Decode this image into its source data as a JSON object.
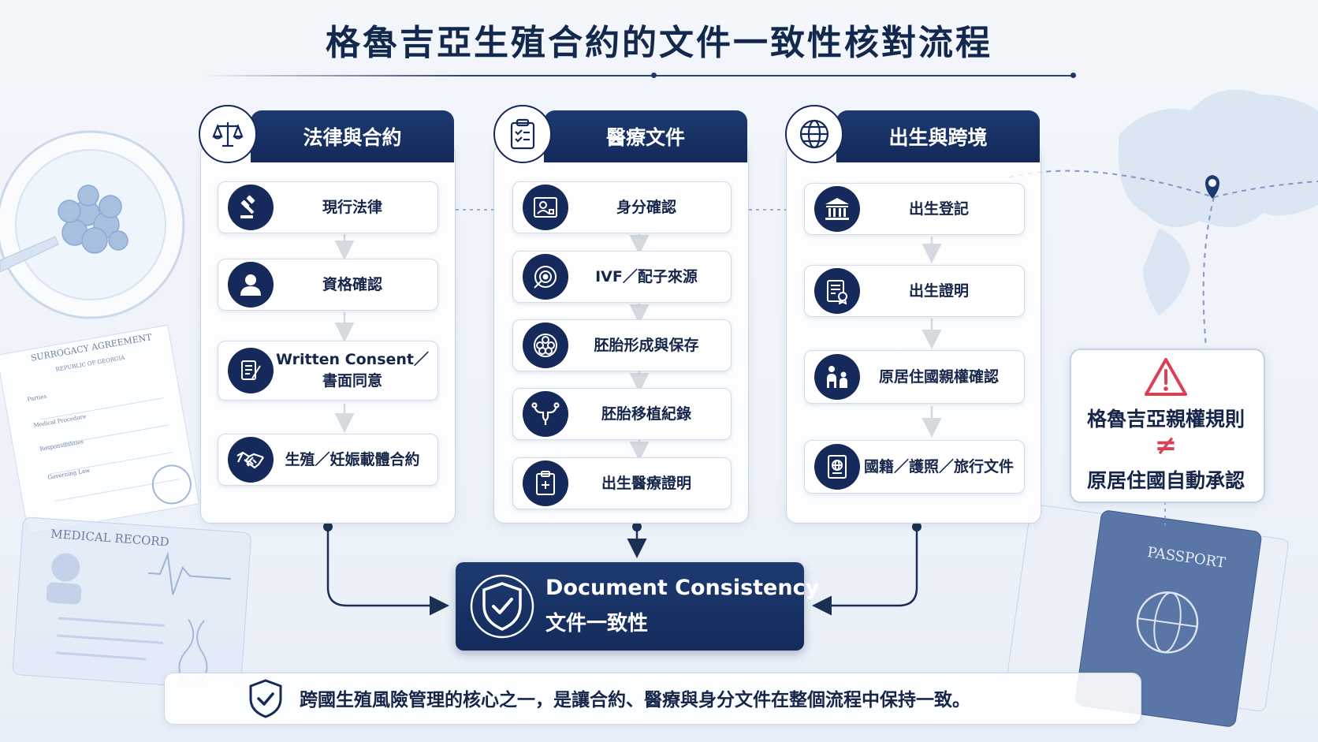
{
  "title": "格魯吉亞生殖合約的文件一致性核對流程",
  "columns": [
    {
      "header": "法律與合約",
      "header_icon": "scales-icon",
      "items": [
        {
          "label": "現行法律",
          "icon": "gavel-icon"
        },
        {
          "label": "資格確認",
          "icon": "person-icon"
        },
        {
          "label": "Written Consent／\n書面同意",
          "icon": "document-pen-icon"
        },
        {
          "label": "生殖／妊娠載體合約",
          "icon": "handshake-icon"
        }
      ]
    },
    {
      "header": "醫療文件",
      "header_icon": "clipboard-icon",
      "items": [
        {
          "label": "身分確認",
          "icon": "id-card-icon"
        },
        {
          "label": "IVF／配子來源",
          "icon": "egg-cell-icon"
        },
        {
          "label": "胚胎形成與保存",
          "icon": "embryo-icon"
        },
        {
          "label": "胚胎移植紀錄",
          "icon": "uterus-icon"
        },
        {
          "label": "出生醫療證明",
          "icon": "medical-clipboard-icon"
        }
      ]
    },
    {
      "header": "出生與跨境",
      "header_icon": "globe-icon",
      "items": [
        {
          "label": "出生登記",
          "icon": "government-building-icon"
        },
        {
          "label": "出生證明",
          "icon": "certificate-icon"
        },
        {
          "label": "原居住國親權確認",
          "icon": "family-icon"
        },
        {
          "label": "國籍／護照／旅行文件",
          "icon": "passport-icon"
        }
      ]
    }
  ],
  "core": {
    "title_en": "Document Consistency",
    "title_zh": "文件一致性",
    "icon": "shield-check-icon"
  },
  "warning": {
    "icon": "warning-icon",
    "line1": "格魯吉亞親權規則",
    "symbol": "≠",
    "line2": "原居住國自動承認"
  },
  "bottom_note": {
    "icon": "shield-check-icon",
    "text": "跨國生殖風險管理的核心之一，是讓合約、醫療與身分文件在整個流程中保持一致。"
  },
  "decor": {
    "agreement_title": "SURROGACY AGREEMENT",
    "agreement_sub": "REPUBLIC OF GEORGIA",
    "agreement_lines": [
      "Parties",
      "Medical Procedure",
      "Responsibilities",
      "Governing Law"
    ],
    "medical_record_title": "MEDICAL RECORD",
    "passport_title": "PASSPORT"
  },
  "colors": {
    "navy": "#15295a",
    "accent_red": "#d94155",
    "panel_border": "#c9d5e8"
  }
}
